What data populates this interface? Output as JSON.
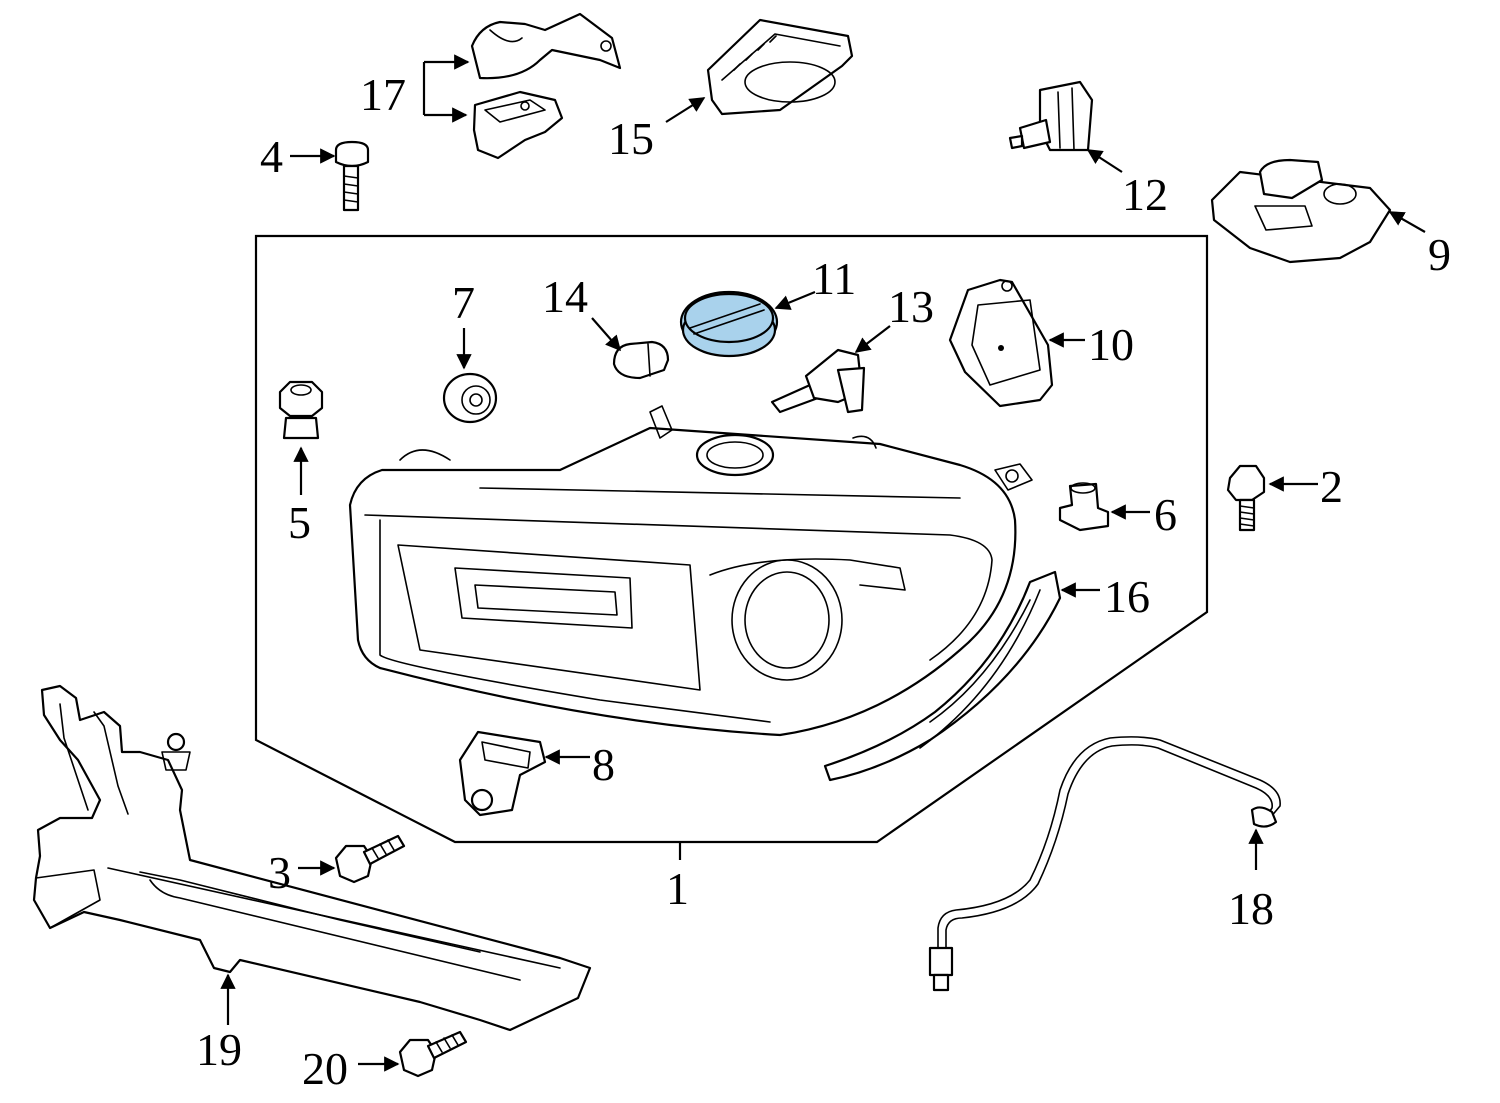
{
  "diagram": {
    "highlight_color": "#a9d2ec",
    "callouts": [
      {
        "id": "1",
        "text": "1"
      },
      {
        "id": "2",
        "text": "2"
      },
      {
        "id": "3",
        "text": "3"
      },
      {
        "id": "4",
        "text": "4"
      },
      {
        "id": "5",
        "text": "5"
      },
      {
        "id": "6",
        "text": "6"
      },
      {
        "id": "7",
        "text": "7"
      },
      {
        "id": "8",
        "text": "8"
      },
      {
        "id": "9",
        "text": "9"
      },
      {
        "id": "10",
        "text": "10"
      },
      {
        "id": "11",
        "text": "11"
      },
      {
        "id": "12",
        "text": "12"
      },
      {
        "id": "13",
        "text": "13"
      },
      {
        "id": "14",
        "text": "14"
      },
      {
        "id": "15",
        "text": "15"
      },
      {
        "id": "16",
        "text": "16"
      },
      {
        "id": "17",
        "text": "17"
      },
      {
        "id": "18",
        "text": "18"
      },
      {
        "id": "19",
        "text": "19"
      },
      {
        "id": "20",
        "text": "20"
      }
    ]
  }
}
